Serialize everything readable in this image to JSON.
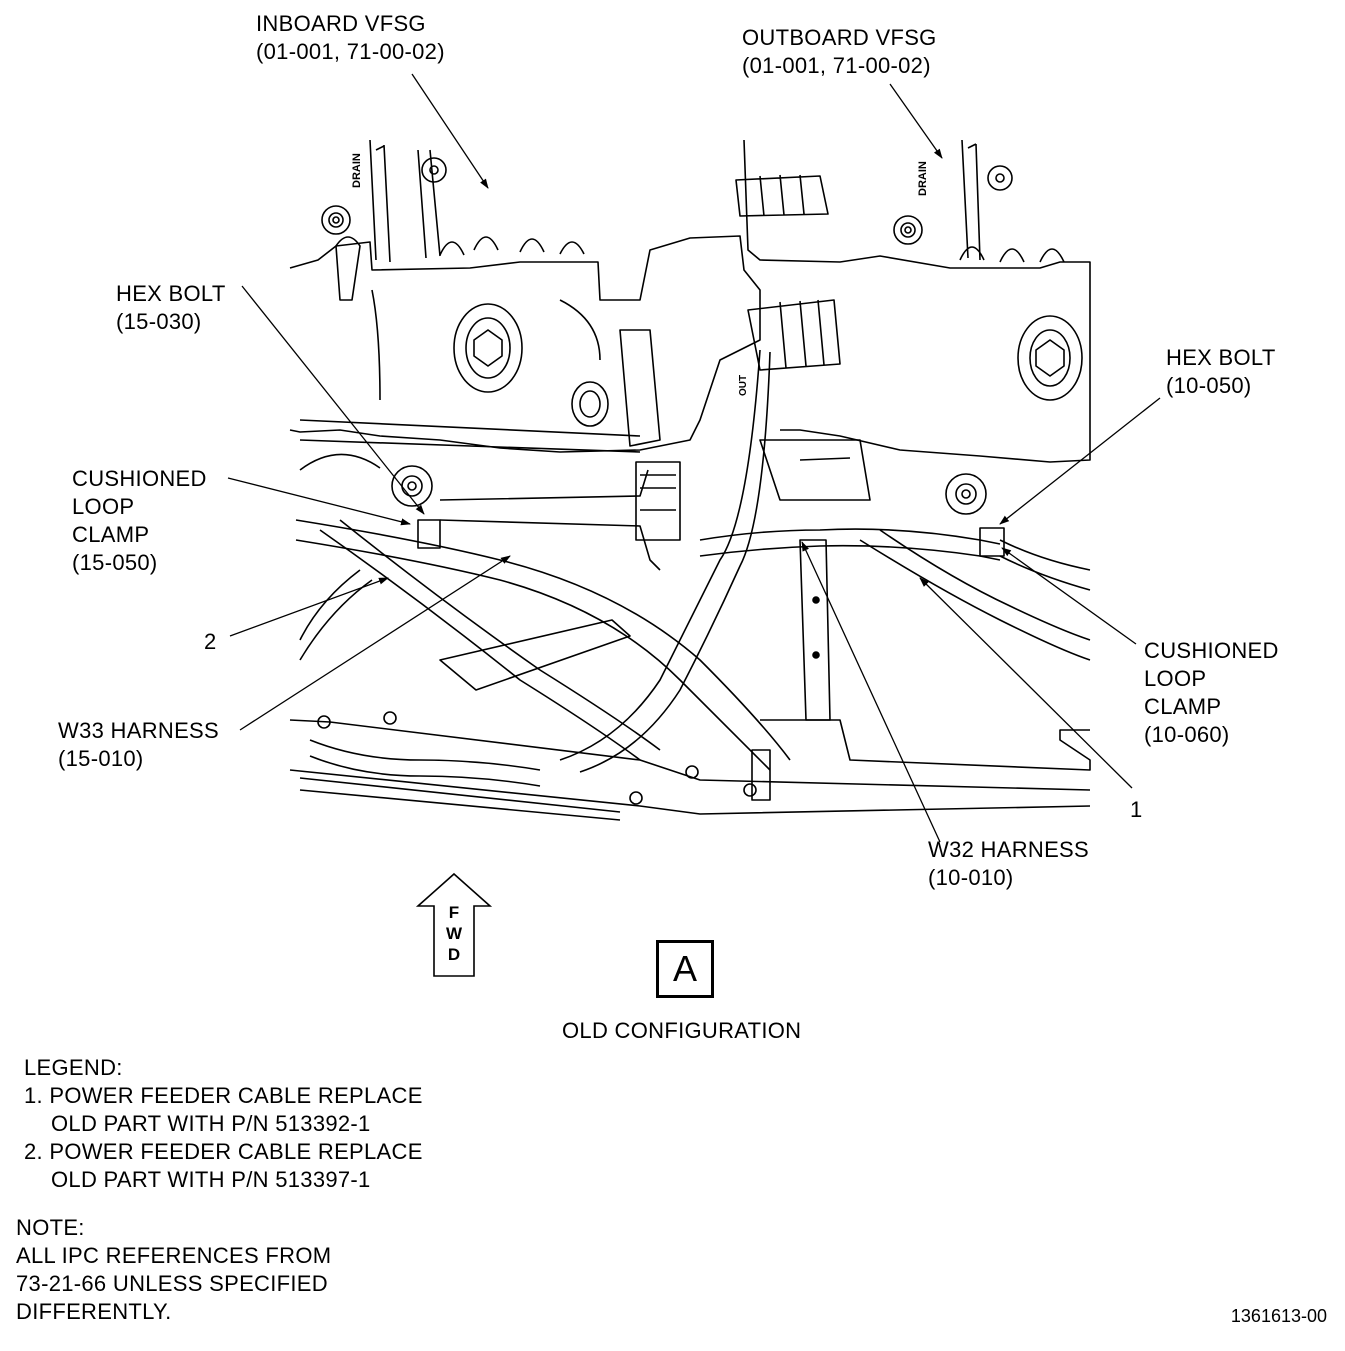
{
  "callouts": {
    "inboard_vfsg": {
      "line1": "INBOARD VFSG",
      "line2": "(01-001, 71-00-02)"
    },
    "outboard_vfsg": {
      "line1": "OUTBOARD VFSG",
      "line2": "(01-001, 71-00-02)"
    },
    "hex_bolt_left": {
      "line1": "HEX BOLT",
      "line2": "(15-030)"
    },
    "hex_bolt_right": {
      "line1": "HEX BOLT",
      "line2": "(10-050)"
    },
    "clamp_left": {
      "line1": "CUSHIONED",
      "line2": "LOOP",
      "line3": "CLAMP",
      "line4": "(15-050)"
    },
    "clamp_right": {
      "line1": "CUSHIONED",
      "line2": "LOOP",
      "line3": "CLAMP",
      "line4": "(10-060)"
    },
    "item_2": "2",
    "item_1": "1",
    "w33": {
      "line1": "W33 HARNESS",
      "line2": "(15-010)"
    },
    "w32": {
      "line1": "W32 HARNESS",
      "line2": "(10-010)"
    }
  },
  "engraved": {
    "drain_left": "DRAIN",
    "drain_right": "DRAIN",
    "out": "OUT"
  },
  "fwd_arrow": {
    "l1": "F",
    "l2": "W",
    "l3": "D"
  },
  "detail": {
    "letter": "A",
    "caption": "OLD CONFIGURATION"
  },
  "legend": {
    "title": "LEGEND:",
    "item1_line1": "1. POWER FEEDER CABLE REPLACE",
    "item1_line2": "OLD PART WITH P/N 513392-1",
    "item2_line1": "2. POWER FEEDER CABLE REPLACE",
    "item2_line2": "OLD PART WITH P/N 513397-1"
  },
  "note": {
    "title": "NOTE:",
    "line1": "ALL IPC REFERENCES FROM",
    "line2": "73-21-66 UNLESS SPECIFIED",
    "line3": "DIFFERENTLY."
  },
  "sheet_id": "1361613-00"
}
